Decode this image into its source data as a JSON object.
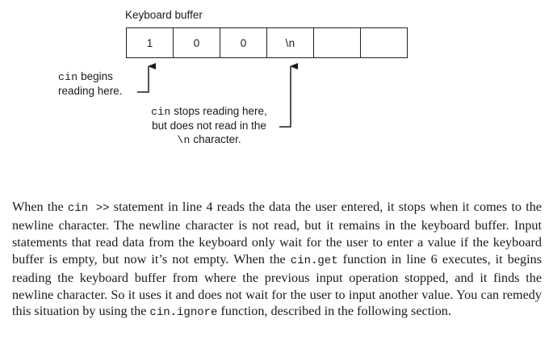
{
  "figure": {
    "buffer_title": "Keyboard buffer",
    "cells": [
      "1",
      "0",
      "0",
      "\\n",
      "",
      ""
    ],
    "label_begin": {
      "code": "cin",
      "line1_rest": " begins",
      "line2": "reading here."
    },
    "label_stop": {
      "code": "cin",
      "line1_rest": " stops reading here,",
      "line2": "but does not read in the",
      "line3_code": "\\n",
      "line3_rest": " character."
    }
  },
  "paragraph": {
    "p1": "When the ",
    "c1": "cin >>",
    "p2": " statement in line 4 reads the data the user entered, it stops when it comes to the newline character. The newline character is not read, but it remains in the keyboard buffer. Input statements that read data from the keyboard only wait for the user to enter a value if the keyboard buffer is empty, but now it’s not empty. When the ",
    "c2": "cin.get",
    "p3": " function in line 6 executes, it begins reading the keyboard buffer from where the previous input operation stopped, and it finds the newline character. So it uses it and does not wait for the user to input another value. You can remedy this situation by using the ",
    "c3": "cin.ignore",
    "p4": " function, described in the following section."
  }
}
